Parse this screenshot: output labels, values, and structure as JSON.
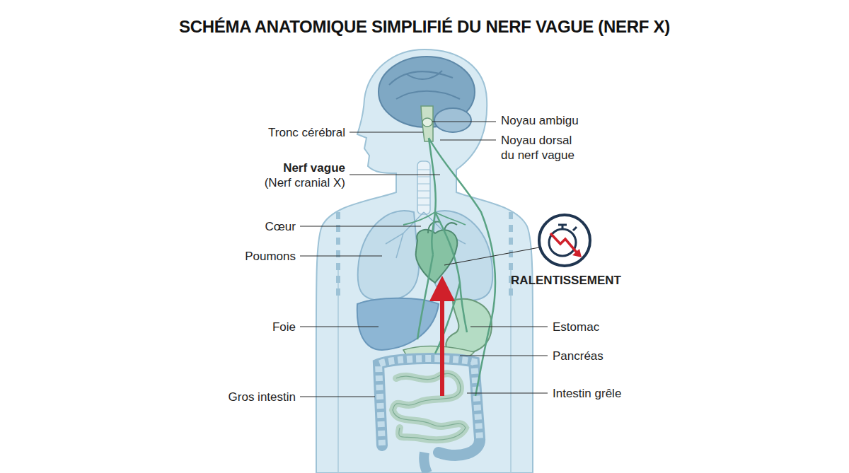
{
  "diagram": {
    "title": "SCHÉMA ANATOMIQUE SIMPLIFIÉ DU NERF VAGUE (NERF X)",
    "labels": [
      "Tronc cérébral",
      "Noyau ambigu",
      "Noyau dorsal du nerf vague",
      "Nerf vague",
      "(Nerf cranial X)",
      "Cœur",
      "Poumons",
      "RALENTISSEMENT",
      "Foie",
      "Estomac",
      "Pancréas",
      "Gros intestin",
      "Intestin grêle"
    ]
  }
}
